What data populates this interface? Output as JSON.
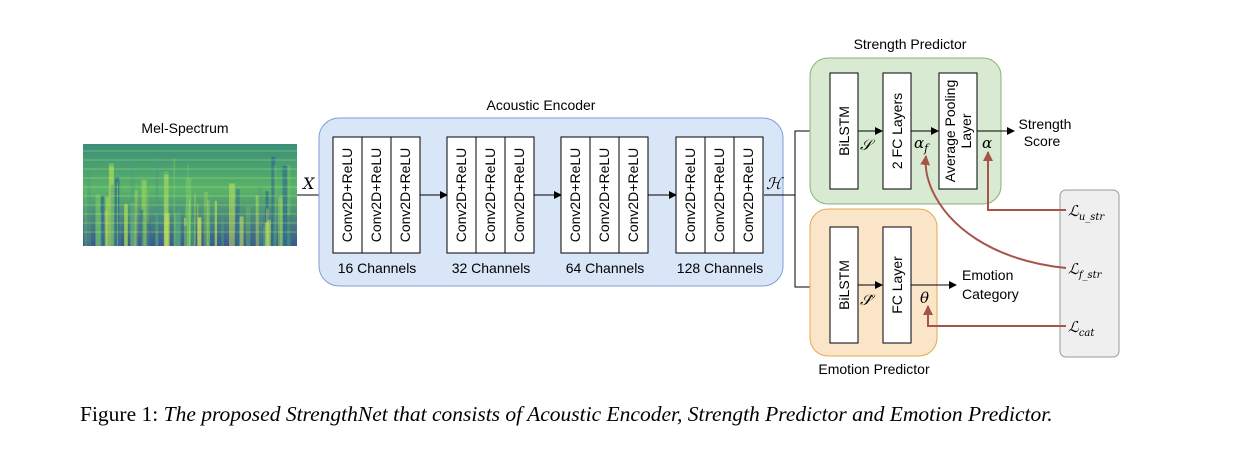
{
  "diagram": {
    "mel_label": "Mel-Spectrum",
    "input_symbol": "X",
    "encoder_title": "Acoustic Encoder",
    "conv_label": "Conv2D+ReLU",
    "channel_labels": [
      "16 Channels",
      "32 Channels",
      "64 Channels",
      "128 Channels"
    ],
    "hidden_symbol": "ℋ",
    "strength_title": "Strength Predictor",
    "bilstm_label": "BiLSTM",
    "s_symbol": "𝒮",
    "s_hat_symbol": "𝒮̂",
    "fc2_label": "2 FC Layers",
    "alpha_f_symbol": "α",
    "alpha_f_sub": "f",
    "avgpool_label_1": "Average Pooling",
    "avgpool_label_2": "Layer",
    "alpha_symbol": "α",
    "strength_output_1": "Strength",
    "strength_output_2": "Score",
    "emotion_title": "Emotion Predictor",
    "fc_label": "FC Layer",
    "theta_symbol": "θ",
    "emotion_output_1": "Emotion",
    "emotion_output_2": "Category",
    "loss_symbol": "ℒ",
    "loss_u_str_sub": "u_str",
    "loss_f_str_sub": "f_str",
    "loss_cat_sub": "cat",
    "colors": {
      "encoder_fill": "#d9e6f7",
      "encoder_stroke": "#7f9fd3",
      "strength_fill": "#d9ead3",
      "strength_stroke": "#88b27a",
      "emotion_fill": "#fbe5c8",
      "emotion_stroke": "#e3a94f",
      "loss_fill": "#efefef",
      "loss_stroke": "#9a9a9a",
      "loss_arrow": "#a6544a"
    }
  },
  "caption": {
    "lead": "Figure 1: ",
    "body": "The proposed StrengthNet that consists of Acoustic Encoder, Strength Predictor and Emotion Predictor."
  }
}
